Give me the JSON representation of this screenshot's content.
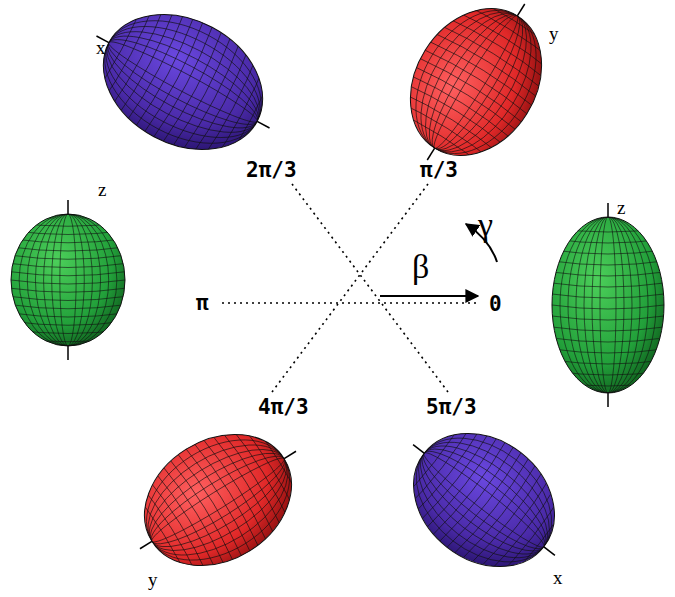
{
  "diagram": {
    "labels": [
      "x",
      "y",
      "2π/3",
      "π/3",
      "γ",
      "z",
      "z",
      "β",
      "π",
      "0",
      "4π/3",
      "5π/3",
      "y",
      "x"
    ]
  }
}
